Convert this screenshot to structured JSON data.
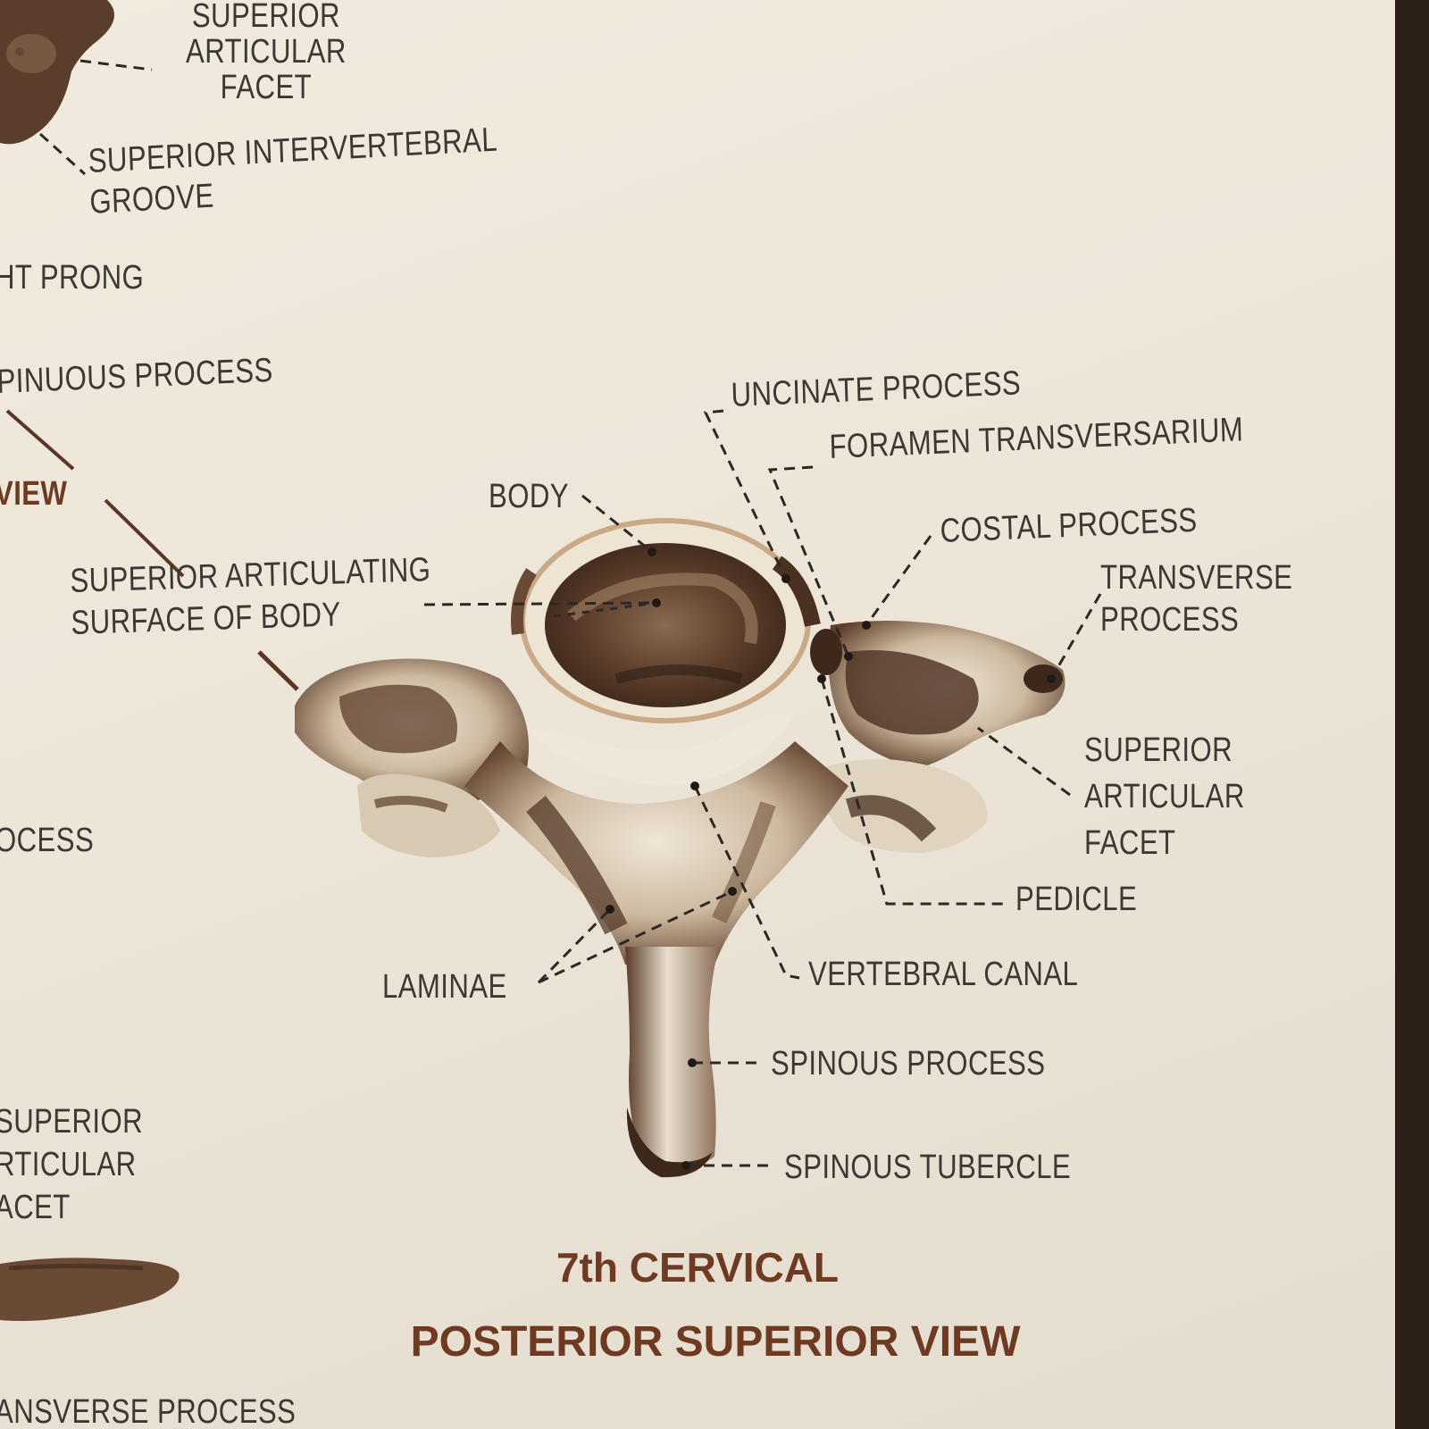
{
  "title": {
    "line1": "7th CERVICAL",
    "line2": "POSTERIOR SUPERIOR VIEW"
  },
  "colors": {
    "paper": "#ede6d9",
    "ink": "#3e3733",
    "title_brown": "#6e3a22",
    "bone_dark": "#4a3020",
    "bone_light": "#e8ddcb"
  },
  "labels": {
    "uncinate_process": "UNCINATE PROCESS",
    "foramen_transversarium": "FORAMEN TRANSVERSARIUM",
    "body": "BODY",
    "costal_process": "COSTAL PROCESS",
    "transverse_process": "TRANSVERSE\nPROCESS",
    "superior_articulating_surface": "SUPERIOR ARTICULATING\nSURFACE OF BODY",
    "superior_articular_facet": "SUPERIOR\nARTICULAR\nFACET",
    "pedicle": "PEDICLE",
    "laminae": "LAMINAE",
    "vertebral_canal": "VERTEBRAL CANAL",
    "spinous_process": "SPINOUS PROCESS",
    "spinous_tubercle": "SPINOUS TUBERCLE"
  },
  "edge_labels": {
    "top_superior_articular_facet": "SUPERIOR\nARTICULAR\nFACET",
    "superior_intervertebral_groove": "SUPERIOR INTERVERTEBRAL\nGROOVE",
    "right_prong": "HT PRONG",
    "spinous_process": "PINUOUS PROCESS",
    "view": "VIEW",
    "process": "OCESS",
    "left_superior_articular_facet": "SUPERIOR\nRTICULAR\nACET",
    "transverse_process": "ANSVERSE PROCESS"
  }
}
